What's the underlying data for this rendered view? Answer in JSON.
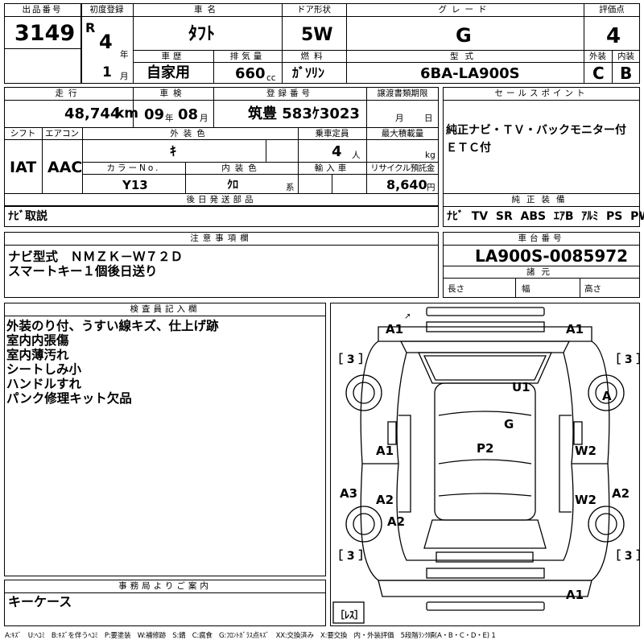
{
  "headers": {
    "lot_no": "出品番号",
    "first_reg": "初度登録",
    "car_name": "車名",
    "door": "ドア形状",
    "grade": "グレード",
    "score": "評価点",
    "exterior": "外装",
    "interior": "内装",
    "history": "車歴",
    "displacement": "排気量",
    "fuel": "燃料",
    "model_code": "型式",
    "mileage": "走行",
    "inspection": "車検",
    "reg_no": "登録番号",
    "transfer_doc": "譲渡書類期限",
    "shift": "シフト",
    "aircon": "エアコン",
    "ext_color": "外装色",
    "capacity": "乗車定員",
    "max_load": "最大積載量",
    "color_no": "カラーNo.",
    "int_color": "内装色",
    "import": "輸入車",
    "recycle": "リサイクル預託金",
    "later_parts": "後日発送部品",
    "sales_point": "セールスポイント",
    "genuine_equip": "純正装備",
    "notes": "注意事項欄",
    "chassis": "車台番号",
    "specs": "諸元",
    "inspector": "検査員記入欄",
    "office": "事務局よりご案内"
  },
  "lot_no": "3149",
  "first_reg": {
    "era": "R",
    "year": "4",
    "year_unit": "年",
    "month": "1",
    "month_unit": "月"
  },
  "car_name": "ﾀﾌﾄ",
  "door": "5W",
  "grade": "G",
  "score": "4",
  "exterior_score": "C",
  "interior_score": "B",
  "history": "自家用",
  "displacement": "660",
  "displacement_unit": "cc",
  "fuel": "ｶﾞｿﾘﾝ",
  "model_code": "6BA-LA900S",
  "mileage": "48,744",
  "mileage_unit": "km",
  "inspection": {
    "year": "09",
    "year_unit": "年",
    "month": "08",
    "month_unit": "月"
  },
  "reg_no": "筑豊 583ｹ3023",
  "transfer_doc": {
    "month_unit": "月",
    "day_unit": "日"
  },
  "shift": "IAT",
  "aircon": "AAC",
  "ext_color": "ｷ",
  "capacity": "4",
  "capacity_unit": "人",
  "load_unit": "kg",
  "color_no": "Y13",
  "int_color": "ｸﾛ",
  "int_color_suffix": "系",
  "recycle": "8,640",
  "recycle_unit": "円",
  "later_parts": "ﾅﾋﾞ取説",
  "sales_point": "純正ナビ・ＴＶ・バックモニター付\nＥＴＣ付",
  "genuine_equip": "ﾅﾋﾞ  TV  SR  ABS  ｴｱB  ｱﾙﾐ  PS  PW",
  "notes": [
    "ナビ型式　ＮＭＺＫ－Ｗ７２Ｄ",
    "スマートキー１個後日送り"
  ],
  "chassis": "LA900S-0085972",
  "specs": {
    "length": "長さ",
    "width": "幅",
    "height": "高さ"
  },
  "inspector_notes": [
    "外装のり付、うすい線キズ、仕上げ跡",
    "室内内張傷",
    "室内薄汚れ",
    "シートしみ小",
    "ハンドルすれ",
    "パンク修理キット欠品"
  ],
  "office_note": "キーケース",
  "diagram": {
    "marks": [
      "A1",
      "A1",
      "U1",
      "A",
      "G",
      "P2",
      "A1",
      "W2",
      "A3",
      "A2",
      "W2",
      "A2",
      "A2",
      "A1"
    ],
    "tire": [
      "［ 3 ］",
      "［ 3 ］",
      "［ 3 ］",
      "［ 3 ］"
    ],
    "spare": "［ﾚｽ］"
  },
  "legend": "A:ｷｽﾞ　U:ﾍｺﾐ　B:ｷｽﾞを伴うﾍｺﾐ　P:要塗装　W:補修跡　S:錆　C:腐食　G:ﾌﾛﾝﾄｶﾞﾗｽ点ｷｽﾞ　XX:交換済み　X:要交換　内・外装評価　5段階ﾗﾝｸ順(A・B・C・D・E) 1"
}
